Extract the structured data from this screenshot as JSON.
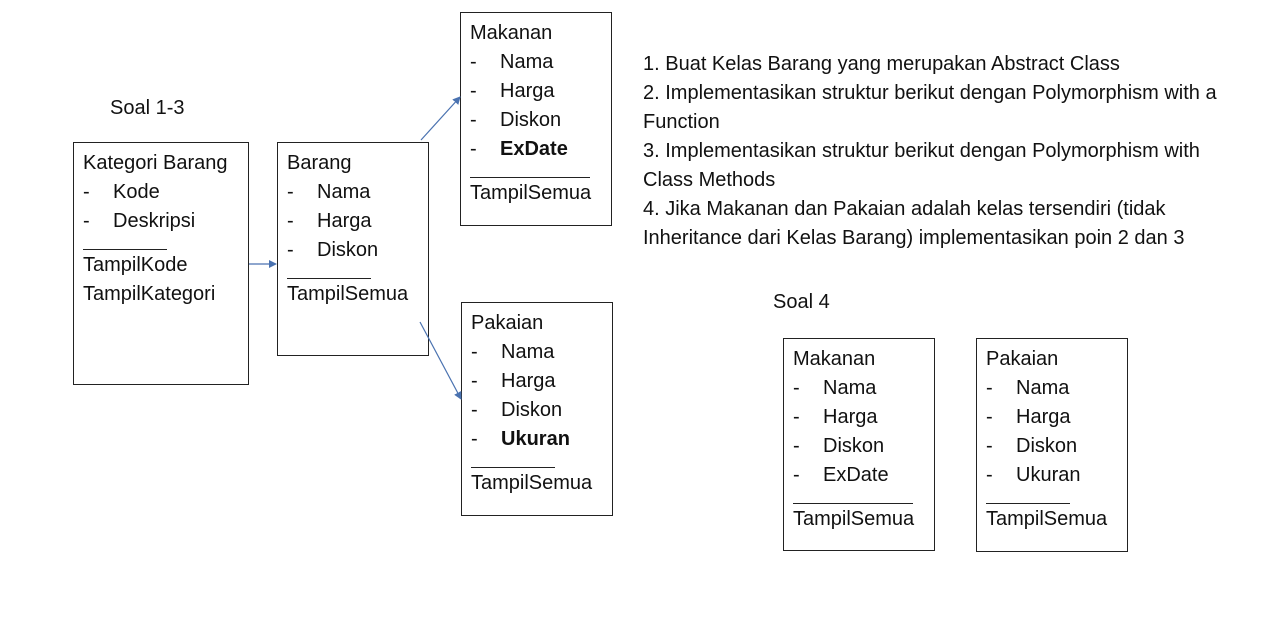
{
  "labels": {
    "soal_1_3": "Soal 1-3",
    "soal_4": "Soal 4"
  },
  "boxes": {
    "kategori": {
      "title": "Kategori Barang",
      "attributes": [
        {
          "text": "Kode",
          "bold": false
        },
        {
          "text": "Deskripsi",
          "bold": false
        }
      ],
      "methods": [
        "TampilKode",
        "TampilKategori"
      ]
    },
    "barang": {
      "title": "Barang",
      "attributes": [
        {
          "text": "Nama",
          "bold": false
        },
        {
          "text": "Harga",
          "bold": false
        },
        {
          "text": "Diskon",
          "bold": false
        }
      ],
      "methods": [
        "TampilSemua"
      ]
    },
    "makanan_top": {
      "title": "Makanan",
      "attributes": [
        {
          "text": "Nama",
          "bold": false
        },
        {
          "text": "Harga",
          "bold": false
        },
        {
          "text": "Diskon",
          "bold": false
        },
        {
          "text": "ExDate",
          "bold": true
        }
      ],
      "methods": [
        "TampilSemua"
      ]
    },
    "pakaian_top": {
      "title": "Pakaian",
      "attributes": [
        {
          "text": "Nama",
          "bold": false
        },
        {
          "text": "Harga",
          "bold": false
        },
        {
          "text": "Diskon",
          "bold": false
        },
        {
          "text": "Ukuran",
          "bold": true
        }
      ],
      "methods": [
        "TampilSemua"
      ]
    },
    "makanan_soal4": {
      "title": "Makanan",
      "attributes": [
        {
          "text": "Nama",
          "bold": false
        },
        {
          "text": "Harga",
          "bold": false
        },
        {
          "text": "Diskon",
          "bold": false
        },
        {
          "text": "ExDate",
          "bold": false
        }
      ],
      "methods": [
        "TampilSemua"
      ]
    },
    "pakaian_soal4": {
      "title": "Pakaian",
      "attributes": [
        {
          "text": "Nama",
          "bold": false
        },
        {
          "text": "Harga",
          "bold": false
        },
        {
          "text": "Diskon",
          "bold": false
        },
        {
          "text": "Ukuran",
          "bold": false
        }
      ],
      "methods": [
        "TampilSemua"
      ]
    }
  },
  "dash": "-",
  "instructions": [
    "1. Buat Kelas Barang yang merupakan Abstract Class",
    "2. Implementasikan struktur berikut dengan Polymorphism with a Function",
    "3. Implementasikan struktur berikut dengan Polymorphism with Class Methods",
    "4. Jika Makanan dan Pakaian adalah kelas tersendiri (tidak Inheritance dari Kelas Barang) implementasikan poin 2 dan 3"
  ],
  "colors": {
    "arrow": "#4a72b0",
    "border": "#222222",
    "text": "#111111"
  }
}
